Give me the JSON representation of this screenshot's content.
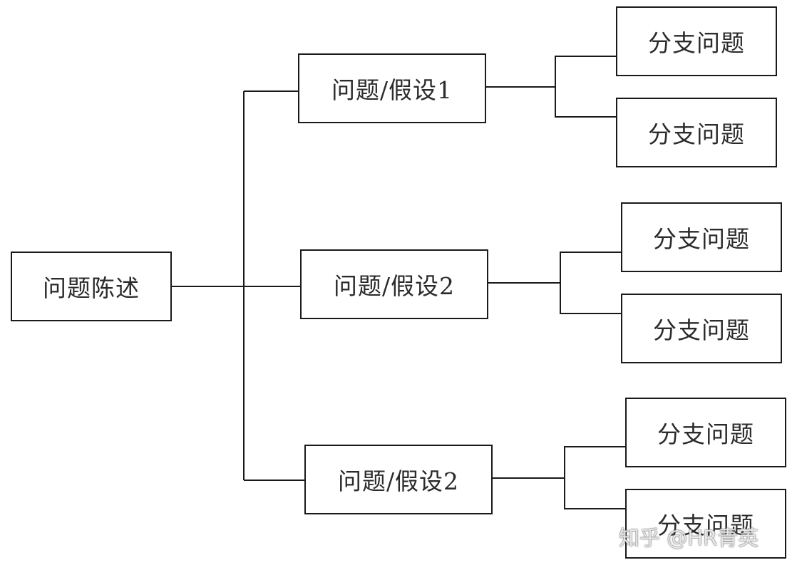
{
  "root": {
    "label": "问题陈述"
  },
  "hypotheses": [
    {
      "label": "问题/假设1",
      "branches": [
        "分支问题",
        "分支问题"
      ]
    },
    {
      "label": "问题/假设2",
      "branches": [
        "分支问题",
        "分支问题"
      ]
    },
    {
      "label": "问题/假设2",
      "branches": [
        "分支问题",
        "分支问题"
      ]
    }
  ],
  "watermark": "知乎 @HR青英"
}
